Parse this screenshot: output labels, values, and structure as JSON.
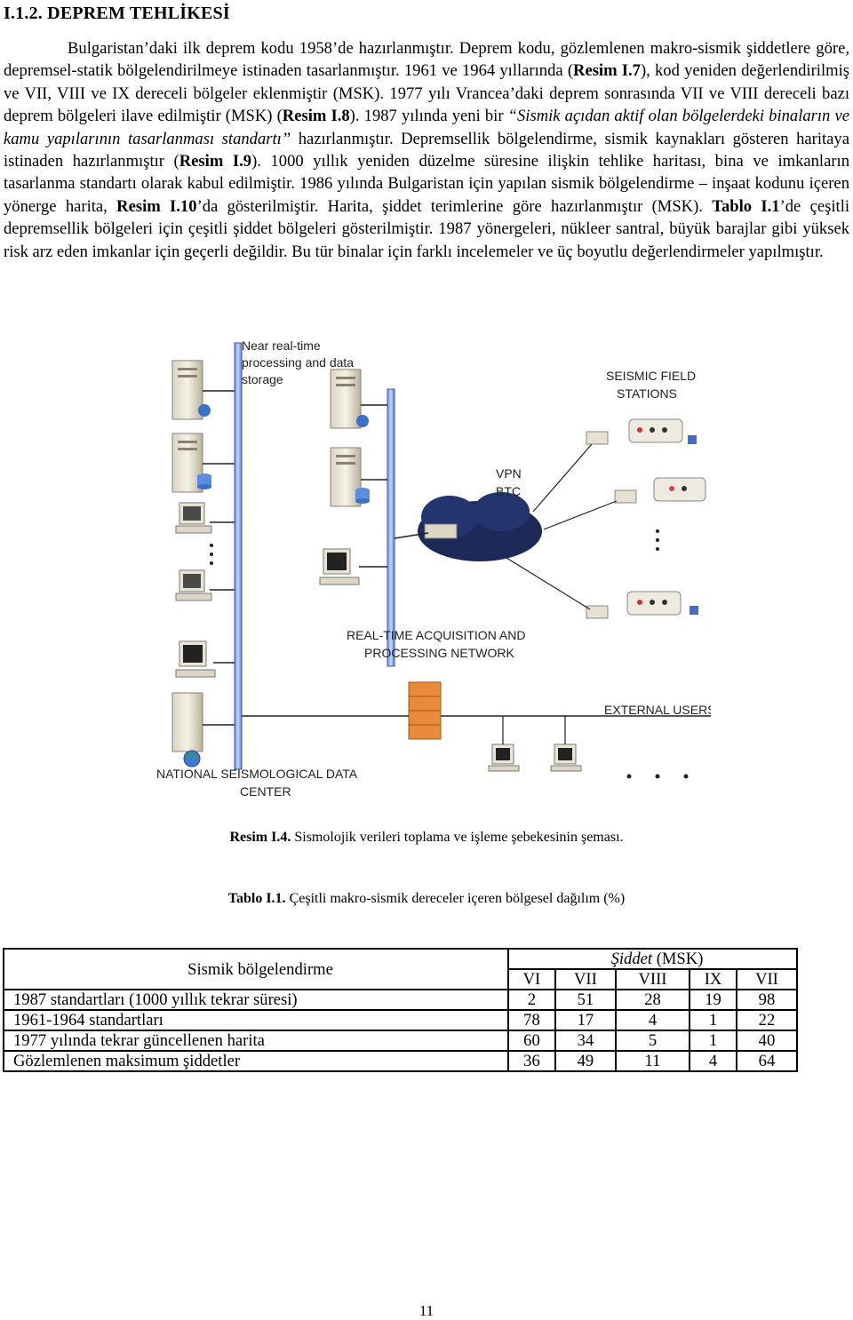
{
  "heading": "I.1.2. DEPREM TEHLİKESİ",
  "paragraph": {
    "s1": "Bulgaristan’daki ilk deprem kodu 1958’de hazırlanmıştır. Deprem kodu, gözlemlenen makro-sismik şiddetlere göre, depremsel-statik bölgelendirilmeye istinaden tasarlanmıştır. 1961 ve 1964 yıllarında (",
    "ref1": "Resim I.7",
    "s2": "), kod yeniden değerlendirilmiş ve VII, VIII ve IX dereceli bölgeler eklenmiştir (MSK). 1977 yılı Vrancea’daki deprem sonrasında VII ve VIII dereceli bazı deprem bölgeleri ilave edilmiştir (MSK) (",
    "ref2": "Resim I.8",
    "s3": "). 1987 yılında yeni bir ",
    "italic": "“Sismik açıdan aktif olan bölgelerdeki binaların ve kamu yapılarının tasarlanması standartı”",
    "s4": " hazırlanmıştır. Depremsellik bölgelendirme, sismik kaynakları gösteren haritaya istinaden hazırlanmıştır (",
    "ref3": "Resim I.9",
    "s5": "). 1000 yıllık yeniden düzelme süresine ilişkin tehlike haritası, bina ve imkanların tasarlanma standartı olarak kabul edilmiştir. 1986 yılında Bulgaristan için yapılan sismik bölgelendirme – inşaat kodunu içeren yönerge harita, ",
    "ref4": "Resim I.10",
    "s6": "’da gösterilmiştir. Harita, şiddet terimlerine göre hazırlanmıştır (MSK). ",
    "ref5": "Tablo I.1",
    "s7": "’de çeşitli depremsellik bölgeleri için çeşitli şiddet bölgeleri gösterilmiştir. 1987 yönergeleri, nükleer santral, büyük barajlar gibi yüksek risk arz eden imkanlar için geçerli değildir. Bu tür binalar için farklı incelemeler ve üç boyutlu değerlendirmeler yapılmıştır."
  },
  "figure": {
    "label_storage": [
      "Near real-time",
      "processing and data",
      "storage"
    ],
    "label_field": [
      "SEISMIC FIELD",
      "STATIONS"
    ],
    "label_vpn": [
      "VPN",
      "BTC"
    ],
    "label_network": [
      "REAL-TIME ACQUISITION AND",
      "PROCESSING NETWORK"
    ],
    "label_users": "EXTERNAL USERS",
    "label_center": [
      "NATIONAL SEISMOLOGICAL DATA",
      "CENTER"
    ]
  },
  "figure_caption": {
    "label": "Resim I.4.",
    "text": " Sismolojik verileri toplama ve işleme şebekesinin şeması."
  },
  "table_caption": {
    "label": "Tablo I.1.",
    "text": " Çeşitli makro-sismik dereceler içeren bölgesel dağılım (%)"
  },
  "table": {
    "row_header": "Sismik bölgelendirme",
    "group_header_italic": "Şiddet",
    "group_header_rest": " (MSK)",
    "columns": [
      "VI",
      "VII",
      "VIII",
      "IX",
      "VII"
    ],
    "rows": [
      {
        "label": "1987 standartları (1000 yıllık tekrar süresi)",
        "values": [
          "2",
          "51",
          "28",
          "19",
          "98"
        ]
      },
      {
        "label": "1961-1964 standartları",
        "values": [
          "78",
          "17",
          "4",
          "1",
          "22"
        ]
      },
      {
        "label": "1977 yılında tekrar güncellenen harita",
        "values": [
          "60",
          "34",
          "5",
          "1",
          "40"
        ]
      },
      {
        "label": "Gözlemlenen maksimum şiddetler",
        "values": [
          "36",
          "49",
          "11",
          "4",
          "64"
        ]
      }
    ]
  },
  "page_number": "11"
}
